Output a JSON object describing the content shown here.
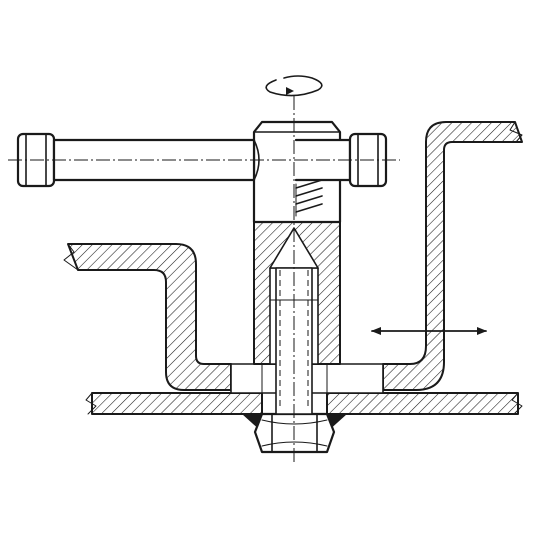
{
  "drawing": {
    "colors": {
      "line": "#1a1a1a",
      "background": "#ffffff"
    },
    "parts": [
      "t-handle",
      "clamping-screw",
      "threaded-bushing",
      "compression-spring",
      "locating-bracket",
      "clamp-bracket",
      "base-plate",
      "hex-nut",
      "weld-seam"
    ],
    "symbols": [
      "rotation-arrow",
      "adjustment-double-arrow"
    ]
  }
}
